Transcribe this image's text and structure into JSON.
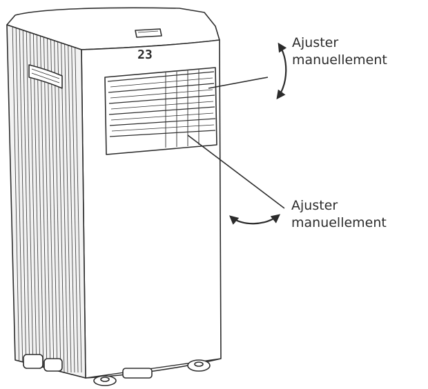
{
  "display": {
    "temperature": "23"
  },
  "labels": {
    "vertical_adjust": {
      "line1": "Ajuster",
      "line2": "manuellement"
    },
    "horizontal_adjust": {
      "line1": "Ajuster",
      "line2": "manuellement"
    }
  },
  "colors": {
    "ink": "#2b2b2b",
    "body": "#ffffff",
    "shade": "#f3f3f3"
  },
  "icons": [
    "vertical-double-arrow-icon",
    "horizontal-double-arrow-icon"
  ]
}
